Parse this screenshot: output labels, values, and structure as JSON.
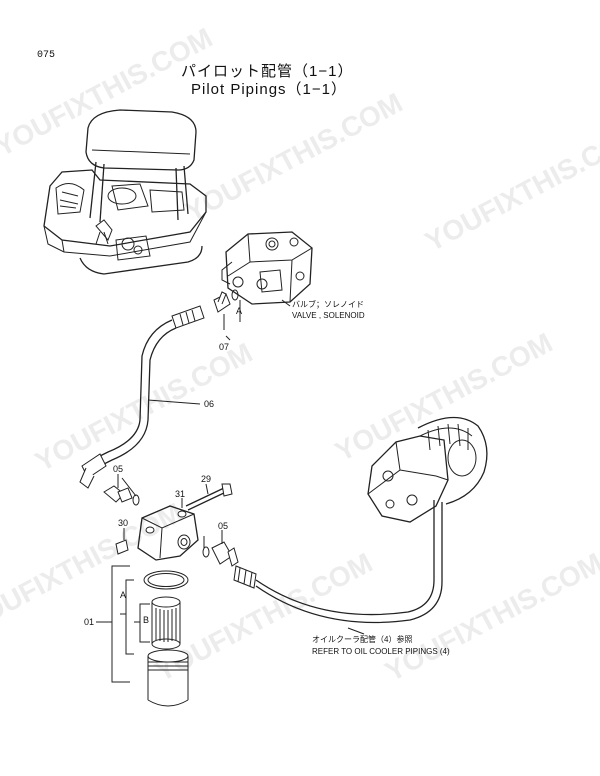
{
  "page_number": "075",
  "title_jp": "パイロット配管（1−1）",
  "title_en": "Pilot Pipings（1−1）",
  "watermark": "YOUFIXTHIS.COM",
  "callouts": {
    "valve_jp": "バルブ；ソレノイド",
    "valve_en": "VALVE , SOLENOID",
    "refer_jp": "オイルクーラ配管（4）参照",
    "refer_en": "REFER  TO  OIL  COOLER  PIPINGS (4)"
  },
  "part_labels": {
    "p07": "07",
    "p06": "06",
    "p05a": "05",
    "p05b": "05",
    "p29": "29",
    "p31": "31",
    "p30": "30",
    "p01": "01",
    "a1": "A",
    "a2": "A",
    "b": "B"
  }
}
